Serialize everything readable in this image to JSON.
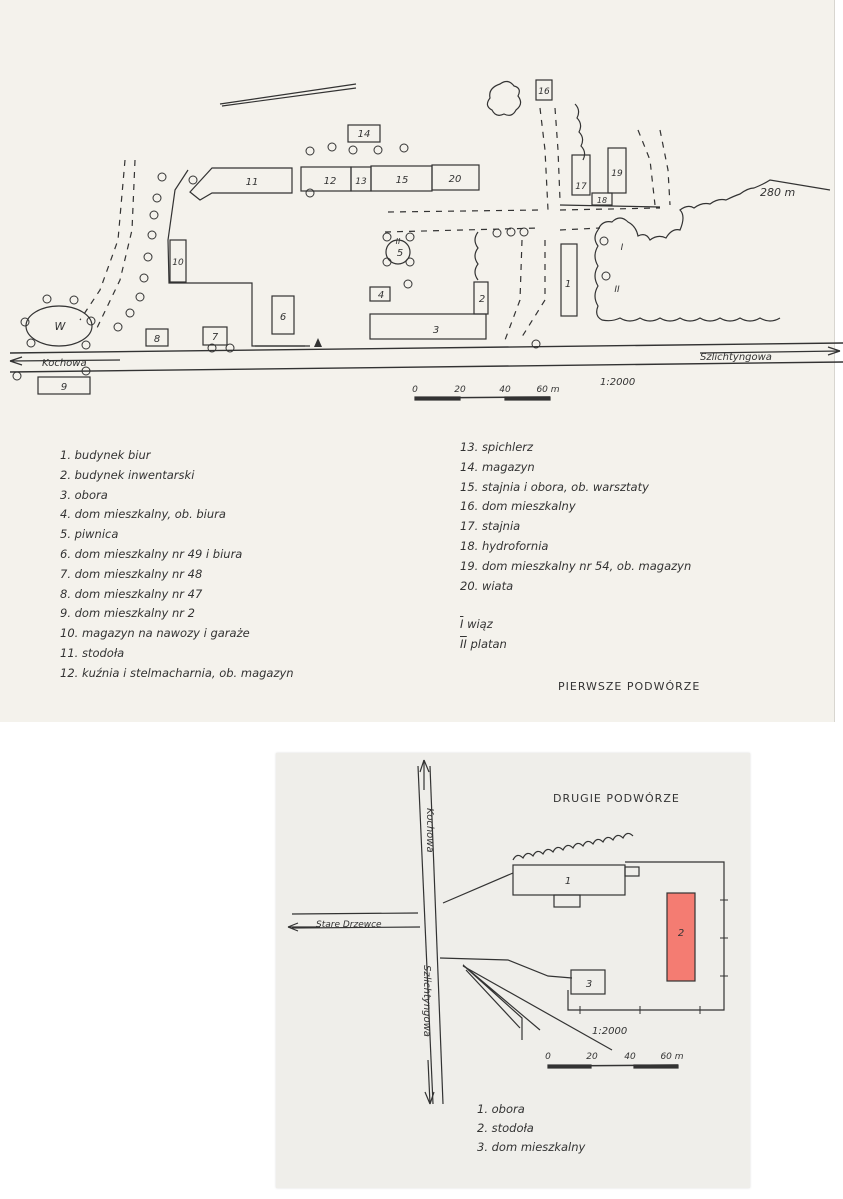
{
  "sheet1": {
    "title": "PIERWSZE PODWÓRZE",
    "scale": "1:2000",
    "scale_ticks": [
      "0",
      "20",
      "40",
      "60 m"
    ],
    "distance": "280 m",
    "roads": {
      "left": "Kochowa",
      "right": "Szlichtyngowa"
    },
    "map_labels": {
      "b1": "1",
      "b2": "2",
      "b3": "3",
      "b4": "4",
      "b5": "5",
      "b6": "6",
      "b7": "7",
      "b8": "8",
      "b9": "9",
      "b10": "10",
      "b11": "11",
      "b12": "12",
      "b13": "13",
      "b14": "14",
      "b15": "15",
      "b16": "16",
      "b17": "17",
      "b18": "18",
      "b19": "19",
      "b20": "20",
      "w": "W",
      "tree1": "I",
      "tree2": "II",
      "tree2b": "II"
    },
    "legend_left": [
      "1. budynek biur",
      "2. budynek inwentarski",
      "3. obora",
      "4. dom mieszkalny, ob. biura",
      "5. piwnica",
      "6. dom mieszkalny nr 49 i biura",
      "7. dom mieszkalny nr 48",
      "8. dom mieszkalny nr 47",
      "9. dom mieszkalny nr 2",
      "10. magazyn na nawozy i garaże",
      "11. stodoła",
      "12. kuźnia i stelmacharnia, ob. magazyn"
    ],
    "legend_right": [
      "13. spichlerz",
      "14. magazyn",
      "15. stajnia i obora, ob. warsztaty",
      "16. dom mieszkalny",
      "17. stajnia",
      "18. hydrofornia",
      "19. dom mieszkalny nr 54, ob. magazyn",
      "20. wiata"
    ],
    "trees": [
      {
        "num": "I",
        "name": "wiąz"
      },
      {
        "num": "II",
        "name": "platan"
      }
    ]
  },
  "sheet2": {
    "title": "DRUGIE PODWÓRZE",
    "scale": "1:2000",
    "scale_ticks": [
      "0",
      "20",
      "40",
      "60 m"
    ],
    "roads": {
      "north": "Kochowa",
      "south": "Szlichtyngowa",
      "west": "Stare Drzewce"
    },
    "map_labels": {
      "b1": "1",
      "b2": "2",
      "b3": "3"
    },
    "legend": [
      "1. obora",
      "2. stodoła",
      "3. dom mieszkalny"
    ],
    "colors": {
      "highlight": "#f47c72"
    }
  }
}
